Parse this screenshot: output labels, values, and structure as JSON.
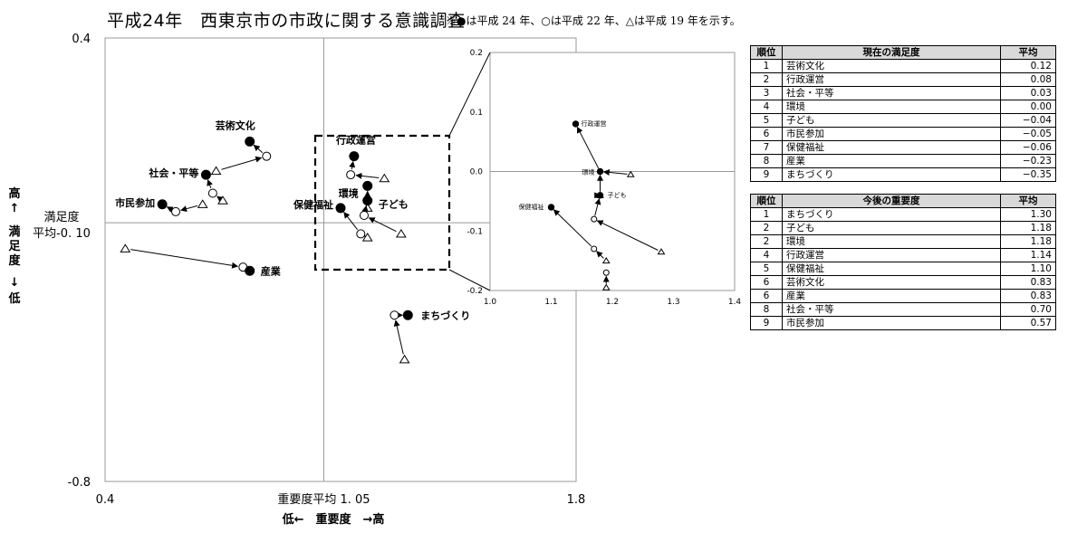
{
  "title": "平成24年　西東京市の市政に関する意識調査",
  "note": "※●は平成 24 年、○は平成 22 年、△は平成 19 年を示す。",
  "colors": {
    "line": "#000000",
    "guide": "#999999",
    "header_bg": "#d9d9d9"
  },
  "chart_data": [
    {
      "type": "scatter",
      "subtype": "quadrant-trajectory",
      "xlabel_center": "重要度平均 1. 05",
      "xlabel_direction": "低←　重要度　→高",
      "ylabel_center": [
        "満足度",
        "平均-0. 10"
      ],
      "ylabel_direction": "高↑　満足度　↓低",
      "x_tick_labels": [
        "0.4",
        "1.8"
      ],
      "y_tick_labels": [
        "0.4",
        "-0.8"
      ],
      "xlim": [
        0.4,
        1.8
      ],
      "ylim": [
        -0.8,
        0.4
      ],
      "x_mean": 1.05,
      "y_mean": -0.1,
      "series_markers": {
        "2012": "filled-circle",
        "2010": "open-circle",
        "2007": "open-triangle"
      },
      "points": [
        {
          "label": "芸術文化",
          "y2012": [
            0.83,
            0.12
          ],
          "y2010": [
            0.88,
            0.08
          ],
          "y2007": [
            0.73,
            0.04
          ]
        },
        {
          "label": "社会・平等",
          "y2012": [
            0.7,
            0.03
          ],
          "y2010": [
            0.72,
            -0.02
          ],
          "y2007": [
            0.75,
            -0.04
          ]
        },
        {
          "label": "市民参加",
          "y2012": [
            0.57,
            -0.05
          ],
          "y2010": [
            0.61,
            -0.07
          ],
          "y2007": [
            0.69,
            -0.05
          ]
        },
        {
          "label": "産業",
          "y2012": [
            0.83,
            -0.23
          ],
          "y2010": [
            0.81,
            -0.22
          ],
          "y2007": [
            0.46,
            -0.17
          ]
        },
        {
          "label": "行政運営",
          "y2012": [
            1.14,
            0.08
          ],
          "y2010": [
            1.13,
            0.03
          ],
          "y2007": [
            1.23,
            0.02
          ]
        },
        {
          "label": "環境",
          "y2012": [
            1.18,
            0.0
          ],
          "y2010": [
            1.18,
            -0.04
          ],
          "y2007": [
            1.18,
            -0.06
          ]
        },
        {
          "label": "子ども",
          "y2012": [
            1.18,
            -0.04
          ],
          "y2010": [
            1.17,
            -0.08
          ],
          "y2007": [
            1.28,
            -0.13
          ]
        },
        {
          "label": "保健福祉",
          "y2012": [
            1.1,
            -0.06
          ],
          "y2010": [
            1.16,
            -0.13
          ],
          "y2007": [
            1.18,
            -0.14
          ]
        },
        {
          "label": "まちづくり",
          "y2012": [
            1.3,
            -0.35
          ],
          "y2010": [
            1.26,
            -0.35
          ],
          "y2007": [
            1.29,
            -0.47
          ]
        }
      ]
    },
    {
      "type": "scatter",
      "subtype": "inset-zoom",
      "x_tick_labels": [
        "1.0",
        "1.1",
        "1.2",
        "1.3",
        "1.4"
      ],
      "y_tick_labels": [
        "0.2",
        "0.1",
        "0.0",
        "-0.1",
        "-0.2"
      ],
      "xlim": [
        1.0,
        1.4
      ],
      "ylim": [
        -0.2,
        0.2
      ],
      "points": [
        {
          "label": "行政運営",
          "y2012": [
            1.14,
            0.08
          ],
          "y2010": [
            1.18,
            0.0
          ],
          "y2007": [
            1.23,
            -0.005
          ]
        },
        {
          "label": "環境",
          "y2012": [
            1.18,
            0.0
          ],
          "y2010": [
            1.18,
            -0.04
          ],
          "y2007": [
            1.18,
            -0.04
          ]
        },
        {
          "label": "子ども",
          "y2012": [
            1.18,
            -0.04
          ],
          "y2010": [
            1.17,
            -0.08
          ],
          "y2007": [
            1.28,
            -0.135
          ]
        },
        {
          "label": "保健福祉",
          "y2012": [
            1.1,
            -0.06
          ],
          "y2010": [
            1.17,
            -0.13
          ],
          "y2007": [
            1.19,
            -0.15
          ]
        },
        {
          "label": "",
          "y2012": null,
          "y2010": [
            1.19,
            -0.17
          ],
          "y2007": [
            1.19,
            -0.195
          ]
        }
      ]
    }
  ],
  "table_satisfaction": {
    "headers": [
      "順位",
      "現在の満足度",
      "平均"
    ],
    "rows": [
      [
        "1",
        "芸術文化",
        "0.12"
      ],
      [
        "2",
        "行政運営",
        "0.08"
      ],
      [
        "3",
        "社会・平等",
        "0.03"
      ],
      [
        "4",
        "環境",
        "0.00"
      ],
      [
        "5",
        "子ども",
        "−0.04"
      ],
      [
        "6",
        "市民参加",
        "−0.05"
      ],
      [
        "7",
        "保健福祉",
        "−0.06"
      ],
      [
        "8",
        "産業",
        "−0.23"
      ],
      [
        "9",
        "まちづくり",
        "−0.35"
      ]
    ]
  },
  "table_importance": {
    "headers": [
      "順位",
      "今後の重要度",
      "平均"
    ],
    "rows": [
      [
        "1",
        "まちづくり",
        "1.30"
      ],
      [
        "2",
        "子ども",
        "1.18"
      ],
      [
        "2",
        "環境",
        "1.18"
      ],
      [
        "4",
        "行政運営",
        "1.14"
      ],
      [
        "5",
        "保健福祉",
        "1.10"
      ],
      [
        "6",
        "芸術文化",
        "0.83"
      ],
      [
        "6",
        "産業",
        "0.83"
      ],
      [
        "8",
        "社会・平等",
        "0.70"
      ],
      [
        "9",
        "市民参加",
        "0.57"
      ]
    ]
  }
}
